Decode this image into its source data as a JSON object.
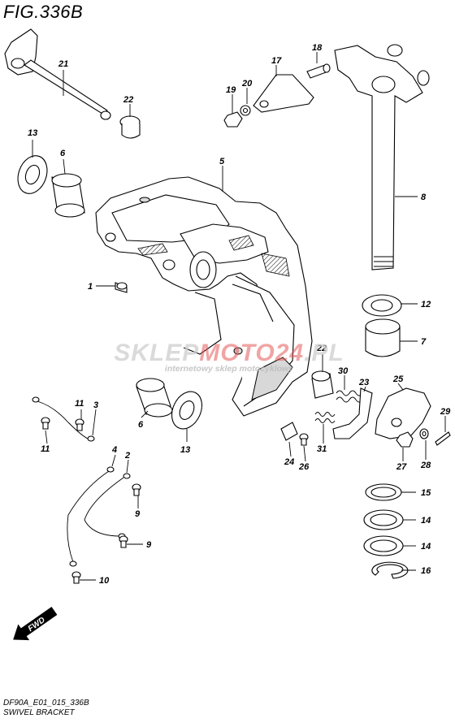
{
  "figure": {
    "title": "FIG.336B"
  },
  "watermark": {
    "main_prefix": "SKLEP",
    "main_accent": "MOTO24",
    "main_suffix": ".PL",
    "sub": "internetowy sklep motocyklowy"
  },
  "caption": {
    "code": "DF90A_E01_015_336B",
    "name": "SWIVEL BRACKET"
  },
  "fwd": {
    "label": "FWD"
  },
  "callouts": {
    "c1": "1",
    "c2": "2",
    "c3": "3",
    "c4": "4",
    "c5": "5",
    "c6a": "6",
    "c6b": "6",
    "c7": "7",
    "c8": "8",
    "c9a": "9",
    "c9b": "9",
    "c10": "10",
    "c11a": "11",
    "c11b": "11",
    "c12": "12",
    "c13a": "13",
    "c13b": "13",
    "c14a": "14",
    "c14b": "14",
    "c15": "15",
    "c16": "16",
    "c17": "17",
    "c18": "18",
    "c19": "19",
    "c20": "20",
    "c21": "21",
    "c22a": "22",
    "c22b": "22",
    "c23": "23",
    "c24": "24",
    "c25": "25",
    "c26": "26",
    "c27": "27",
    "c28": "28",
    "c29": "29",
    "c30": "30",
    "c31": "31"
  }
}
